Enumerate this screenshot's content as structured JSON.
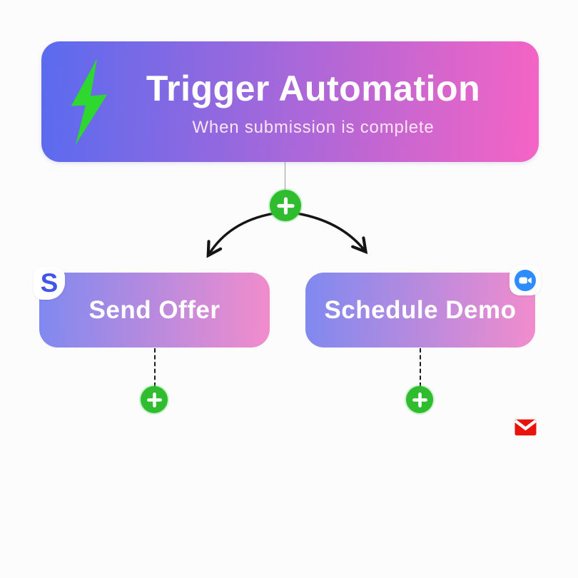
{
  "canvas": {
    "background": "#fcfcfd"
  },
  "trigger_card": {
    "title": "Trigger Automation",
    "subtitle": "When submission is complete",
    "gradient_start": "#5a6bef",
    "gradient_end": "#f564c4",
    "icon": "lightning-icon",
    "icon_color": "#2ed82e"
  },
  "add_buttons": {
    "icon": "plus-icon",
    "color": "#2fbc2f"
  },
  "branches": [
    {
      "label": "Send Offer",
      "service": "stripe",
      "badge_icon": "stripe-s-icon",
      "badge_letter": "S",
      "badge_color": "#4355e8"
    },
    {
      "label": "Schedule Demo",
      "service": "zoom",
      "badge_icon": "zoom-video-icon",
      "badge_color": "#2d8cff"
    }
  ],
  "action_card_gradient": {
    "start": "#7f89f0",
    "end": "#f28ccc"
  },
  "floating_icons": {
    "email": {
      "icon": "email-icon",
      "color": "#ea130c"
    }
  }
}
